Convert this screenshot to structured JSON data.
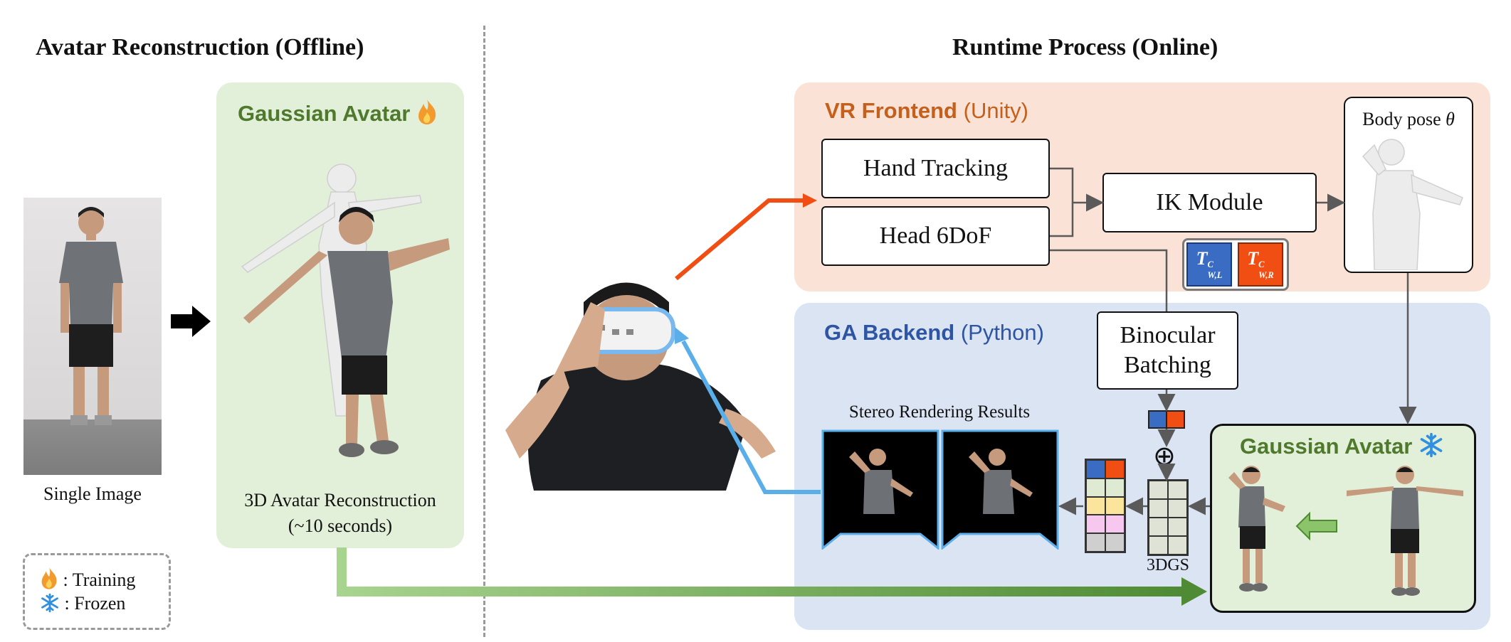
{
  "offline": {
    "heading": "Avatar Reconstruction (Offline)",
    "single_image_caption": "Single Image",
    "panel_title": "Gaussian Avatar",
    "panel_title_icon": "fire-icon",
    "recon_caption_line1": "3D Avatar Reconstruction",
    "recon_caption_line2": "(~10 seconds)"
  },
  "legend": {
    "training_label": ": Training",
    "training_icon": "fire-icon",
    "frozen_label": ": Frozen",
    "frozen_icon": "snowflake-icon"
  },
  "online": {
    "heading": "Runtime Process (Online)",
    "frontend": {
      "title": "VR Frontend",
      "subtitle": "(Unity)",
      "color": "#c5601c",
      "hand_tracking": "Hand Tracking",
      "head_6dof": "Head 6DoF",
      "ik_module": "IK Module",
      "body_pose_prefix": "Body pose ",
      "body_pose_symbol": "θ"
    },
    "backend": {
      "title": "GA Backend",
      "subtitle": "(Python)",
      "color": "#2e55a4",
      "binocular_line1": "Binocular",
      "binocular_line2": "Batching",
      "stereo_caption": "Stereo Rendering Results",
      "gs_caption": "3DGS",
      "op_symbol": "⊕",
      "avatar_title": "Gaussian Avatar",
      "avatar_icon": "snowflake-icon"
    },
    "transform": {
      "symbol": "T",
      "left_sup": "C",
      "left_sub": "W,L",
      "right_sup": "C",
      "right_sub": "W,R"
    }
  },
  "colors": {
    "orange": "#f04e13",
    "blue": "#3a6cc4",
    "arrow_blue": "#5aaeea",
    "green_dark": "#4f8b34",
    "green_light": "#a7d48e",
    "frontend_bg": "#fae3d6",
    "backend_bg": "#dbe4f3",
    "avatar_bg": "#e2efd9"
  }
}
